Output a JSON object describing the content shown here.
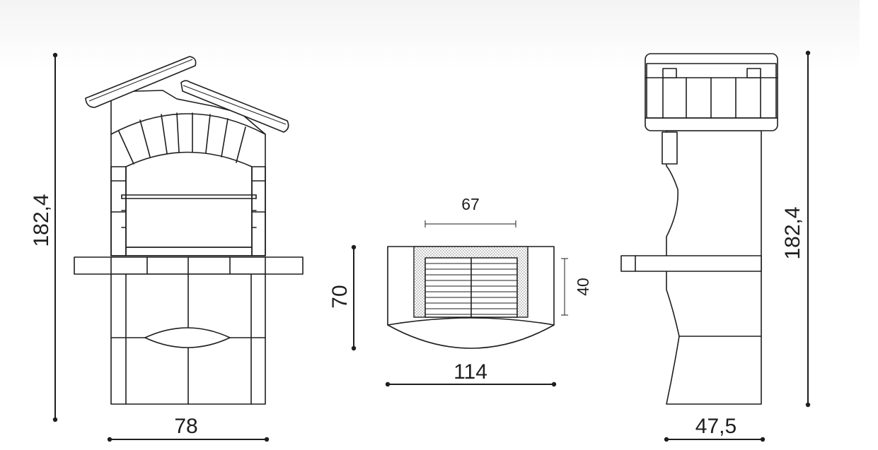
{
  "dimensions": {
    "front_width": "78",
    "front_height": "182,4",
    "top_width": "114",
    "top_depth": "70",
    "grill_width": "67",
    "grill_depth": "40",
    "side_depth": "47,5",
    "side_height": "182,4"
  }
}
